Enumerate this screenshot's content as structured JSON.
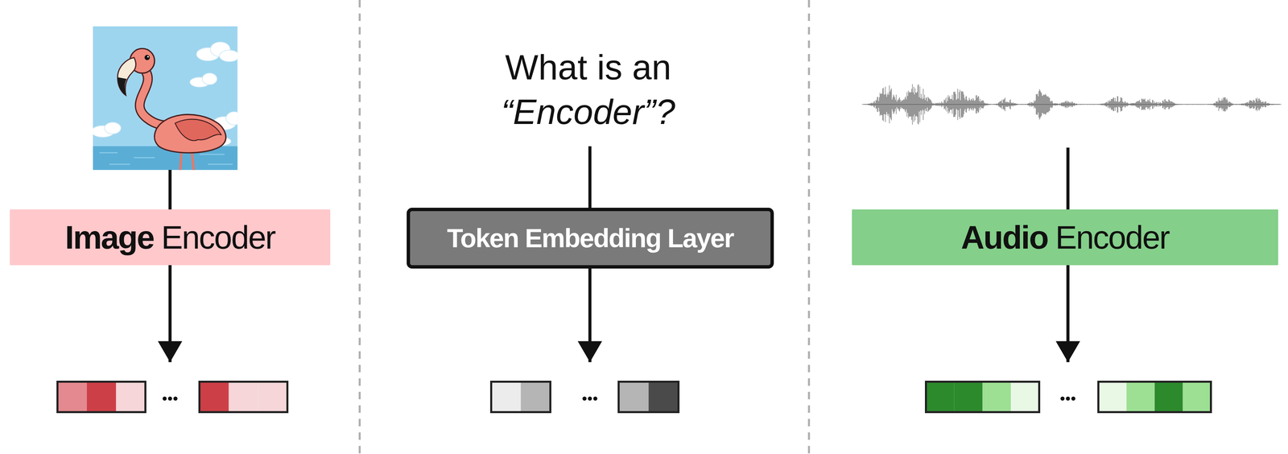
{
  "diagram": {
    "nodes": [
      {
        "text": [
          "Image",
          "Encoder"
        ]
      },
      {
        "text": [
          "Token Embedding Layer"
        ]
      },
      {
        "text": [
          "Audio",
          "Encoder"
        ]
      }
    ],
    "labels": [
      "What is an",
      "“Encoder”?"
    ]
  }
}
